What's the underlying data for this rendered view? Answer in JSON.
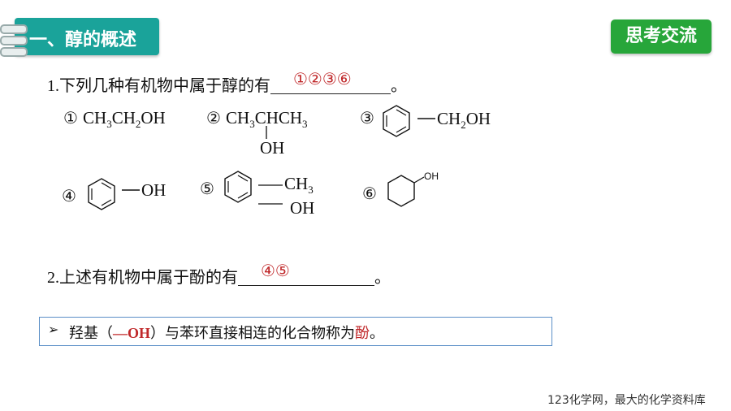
{
  "header": {
    "section_title": "一、醇的概述",
    "badge": "思考交流"
  },
  "q1": {
    "prefix": "1.",
    "text": "下列几种有机物中属于醇的有",
    "answer": "①②③⑥",
    "end": "。"
  },
  "compounds": {
    "c1": {
      "num": "①",
      "f_a": "CH",
      "f_b": "3",
      "f_c": "CH",
      "f_d": "2",
      "f_e": "OH"
    },
    "c2": {
      "num": "②",
      "f_a": "CH",
      "f_b": "3",
      "f_c": "CHCH",
      "f_d": "3",
      "sub": "OH"
    },
    "c3": {
      "num": "③",
      "f_a": "CH",
      "f_b": "2",
      "f_c": "OH"
    },
    "c4": {
      "num": "④",
      "f_a": "OH"
    },
    "c5": {
      "num": "⑤",
      "f_a": "CH",
      "f_b": "3",
      "f_c": "OH"
    },
    "c6": {
      "num": "⑥",
      "label": "OH"
    }
  },
  "q2": {
    "prefix": "2.",
    "text": "上述有机物中属于酚的有",
    "answer": "④⑤",
    "end": "。"
  },
  "definition": {
    "arrow": "➢",
    "t1": "羟基（",
    "oh": "—OH",
    "t2": "）与苯环直接相连的化合物称为",
    "key": "酚",
    "t3": "。"
  },
  "footer": "123化学网，最大的化学资料库"
}
